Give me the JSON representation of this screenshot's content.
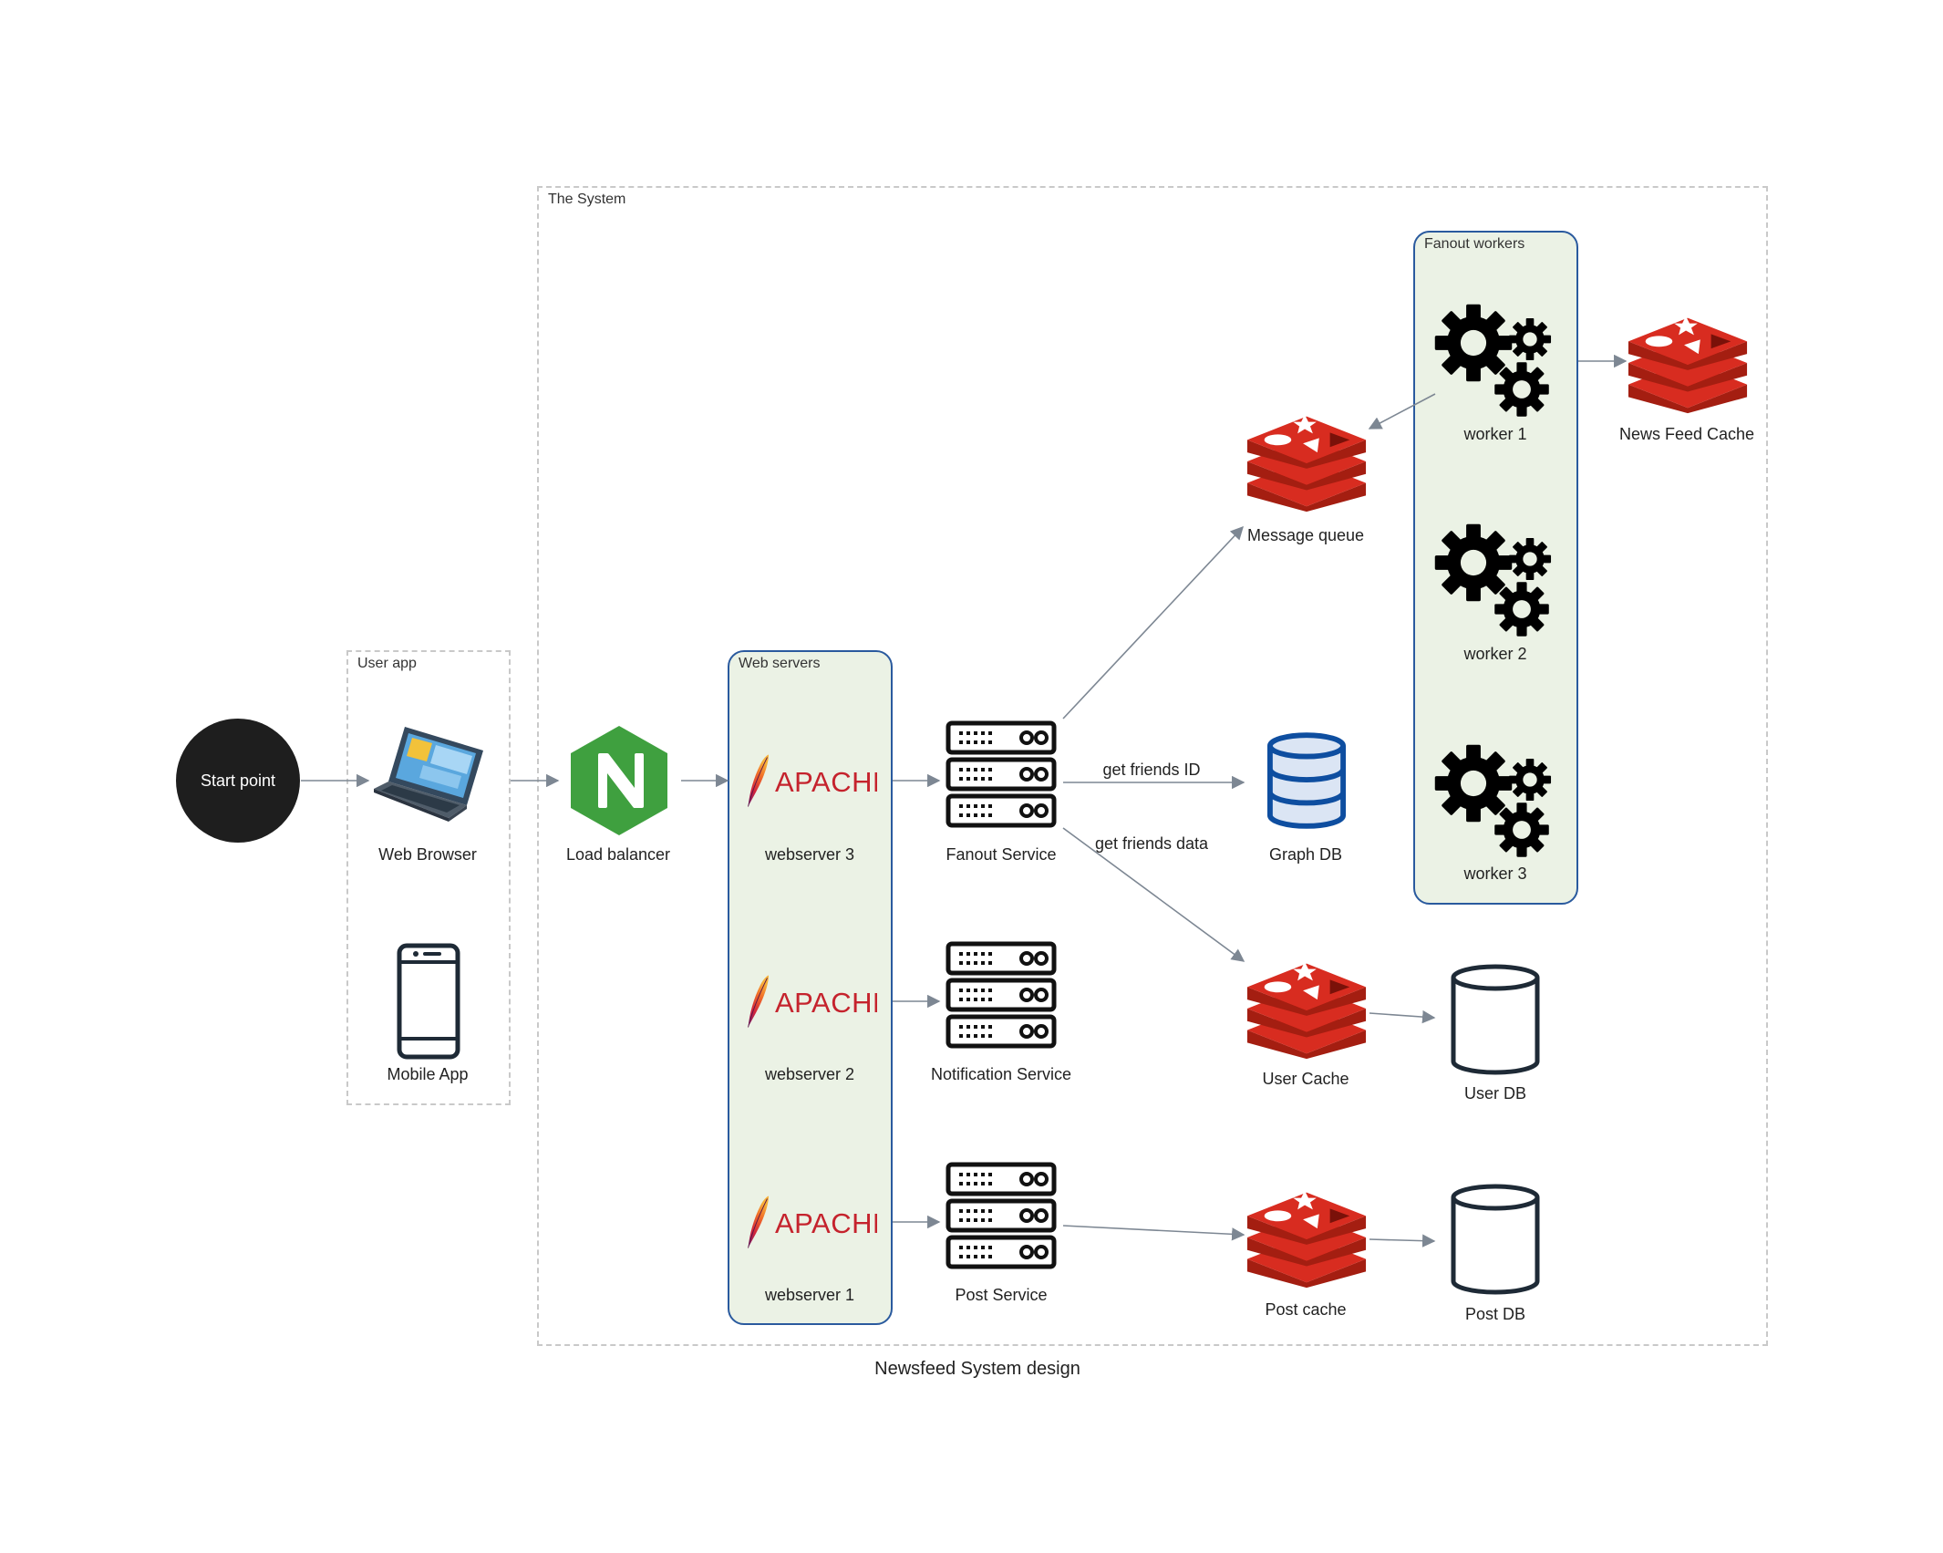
{
  "caption": "Newsfeed System design",
  "start": {
    "label": "Start point"
  },
  "groups": {
    "system": "The System",
    "user_app": "User app",
    "web_servers": "Web servers",
    "fanout_workers": "Fanout workers"
  },
  "nodes": {
    "web_browser": {
      "label": "Web Browser",
      "icon": "laptop-icon"
    },
    "mobile_app": {
      "label": "Mobile App",
      "icon": "mobile-phone-icon"
    },
    "load_balancer": {
      "label": "Load balancer",
      "icon": "nginx-icon"
    },
    "apache_text": "APACHE",
    "webserver3": {
      "label": "webserver 3",
      "icon": "apache-icon"
    },
    "webserver2": {
      "label": "webserver 2",
      "icon": "apache-icon"
    },
    "webserver1": {
      "label": "webserver 1",
      "icon": "apache-icon"
    },
    "fanout_service": {
      "label": "Fanout Service",
      "icon": "server-rack-icon"
    },
    "notification_service": {
      "label": "Notification Service",
      "icon": "server-rack-icon"
    },
    "post_service": {
      "label": "Post Service",
      "icon": "server-rack-icon"
    },
    "message_queue": {
      "label": "Message queue",
      "icon": "redis-icon"
    },
    "graph_db": {
      "label": "Graph DB",
      "icon": "database-icon"
    },
    "user_cache": {
      "label": "User Cache",
      "icon": "redis-icon"
    },
    "user_db": {
      "label": "User DB",
      "icon": "cylinder-icon"
    },
    "post_cache": {
      "label": "Post cache",
      "icon": "redis-icon"
    },
    "post_db": {
      "label": "Post DB",
      "icon": "cylinder-icon"
    },
    "worker1": {
      "label": "worker 1",
      "icon": "gears-icon"
    },
    "worker2": {
      "label": "worker 2",
      "icon": "gears-icon"
    },
    "worker3": {
      "label": "worker 3",
      "icon": "gears-icon"
    },
    "news_feed_cache": {
      "label": "News Feed Cache",
      "icon": "redis-icon"
    }
  },
  "edge_labels": {
    "get_friends_id": "get friends ID",
    "get_friends_data": "get friends data"
  },
  "colors": {
    "edge": "#7d8793",
    "redis": "#d82c20",
    "nginx": "#3fa03f",
    "apache": "#c5232d",
    "group_fill": "#ebf2e5",
    "group_border": "#2a5a9e",
    "database": "#0e4ea0"
  }
}
